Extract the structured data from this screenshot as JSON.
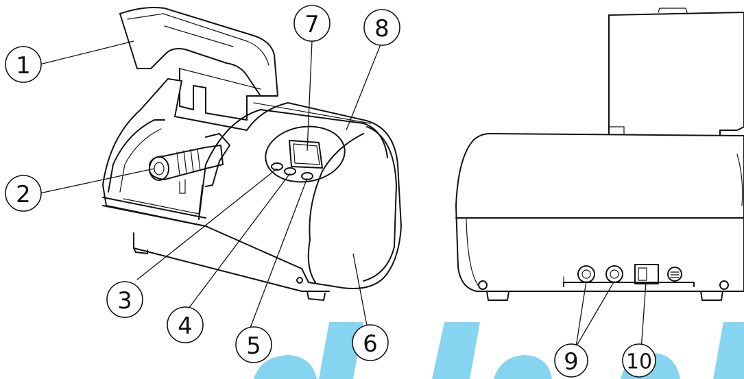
{
  "callouts": [
    {
      "id": "1",
      "label": "1"
    },
    {
      "id": "2",
      "label": "2"
    },
    {
      "id": "3",
      "label": "3"
    },
    {
      "id": "4",
      "label": "4"
    },
    {
      "id": "5",
      "label": "5"
    },
    {
      "id": "6",
      "label": "6"
    },
    {
      "id": "7",
      "label": "7"
    },
    {
      "id": "8",
      "label": "8"
    },
    {
      "id": "9",
      "label": "9"
    },
    {
      "id": "10",
      "label": "10"
    }
  ],
  "colors": {
    "line": "#111111",
    "background": "#ffffff",
    "watermark": "#7fd3f0"
  }
}
